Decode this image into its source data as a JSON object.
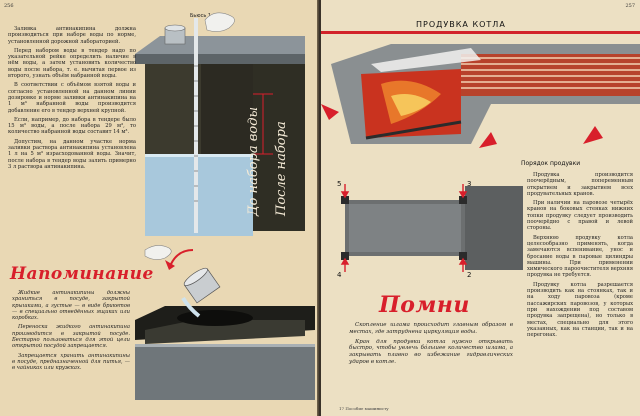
{
  "left_page": {
    "page_number": "256",
    "illus_label": "Бьюсь 1 л",
    "tank_labels": {
      "before": "До набора воды",
      "after": "После набора"
    },
    "paragraphs": [
      "Заливка антинакипина должна производиться при наборе воды по норме, установленной дорожной лабораторией.",
      "Перед набором воды в тендер надо по указательной рейке определить наличие в нём воды, а затем установить количество воды после набора, т. е. вычитая первое из второго, узнать объём набранной воды.",
      "В соответствии с объёмом взятой воды и согласно установленной на данном линии дозировке и норме заливки антинакипина на 1 м³ набранной воды производится добавление его в тендер верхней крупной.",
      "Если, например, до набора в тендере было 15 м³ воды, а после набора 29 м³, то количество набранной воды составит 14 м³.",
      "Допустим, на данном участке норма заливки раствора антинакипина установлена 1 л на 5 м³ израсходованной воды. Значит, после набора в тендер воды залить примерно 3 л раствора антинакипина."
    ],
    "reminder_title": "Напоминание",
    "reminder_paragraphs": [
      "Жидкие антинакипины должны храниться в посуде, закрытой крышками, а густые — в виде брикетов — в специально отведённых ящиках или коробках.",
      "Переноска жидкого антинакипина производится в закрытой посуде. Бестарно пользоваться для этой цели открытой посудой запрещается.",
      "Запрещается хранить антинакипины в посуде, предназначенной для питья, — в чайниках или кружках."
    ]
  },
  "right_page": {
    "page_number": "257",
    "heading": "ПРОДУВКА КОТЛА",
    "procedure_caption": "Порядок продувки",
    "marks": [
      "5",
      "3",
      "4",
      "2"
    ],
    "procedure_paragraphs": [
      "Продувка производится поочерёдным, попеременным открытием и закрытием всех продувательных кранов.",
      "При наличии на паровозе четырёх кранов на боковых стенках нижних топки продувку следует производить поочерёдно с правой и левой стороны.",
      "Верхнюю продувку котла целесообразно применять, когда замечаются вспенивание, унос и бросание воды в паровые цилиндры машины. При применении химического пароочистителя верхняя продувка не требуется.",
      "Продувку котла разрешается производить как на стоянках, так и на ходу паровоза (кроме пассажирских паровозов, у которых при нахождении под составом продувка запрещена), но только в местах, специально для этого указанных, как на станции, так и на перегонах."
    ],
    "pomni_title": "Помни",
    "pomni_paragraphs": [
      "Скопление шлама происходит главным образом в местах, где затруднена циркуляция воды.",
      "Кран для продувки котла нужно открывать быстро, чтобы увлечь бóльшее количество шлама, а закрывать плавно во избежание гидравлических ударов в котле."
    ],
    "footer": "17 Пособие машинисту"
  },
  "colors": {
    "accent_red": "#d81f2b",
    "water_blue": "#a8c8dc",
    "steel_gray": "#7f8a90",
    "dark_olive": "#3d3a2c",
    "fire_orange": "#e8772a"
  },
  "icons": [
    "arrow-icon",
    "faucet-handle-icon",
    "hand-icon",
    "fire-icon"
  ]
}
